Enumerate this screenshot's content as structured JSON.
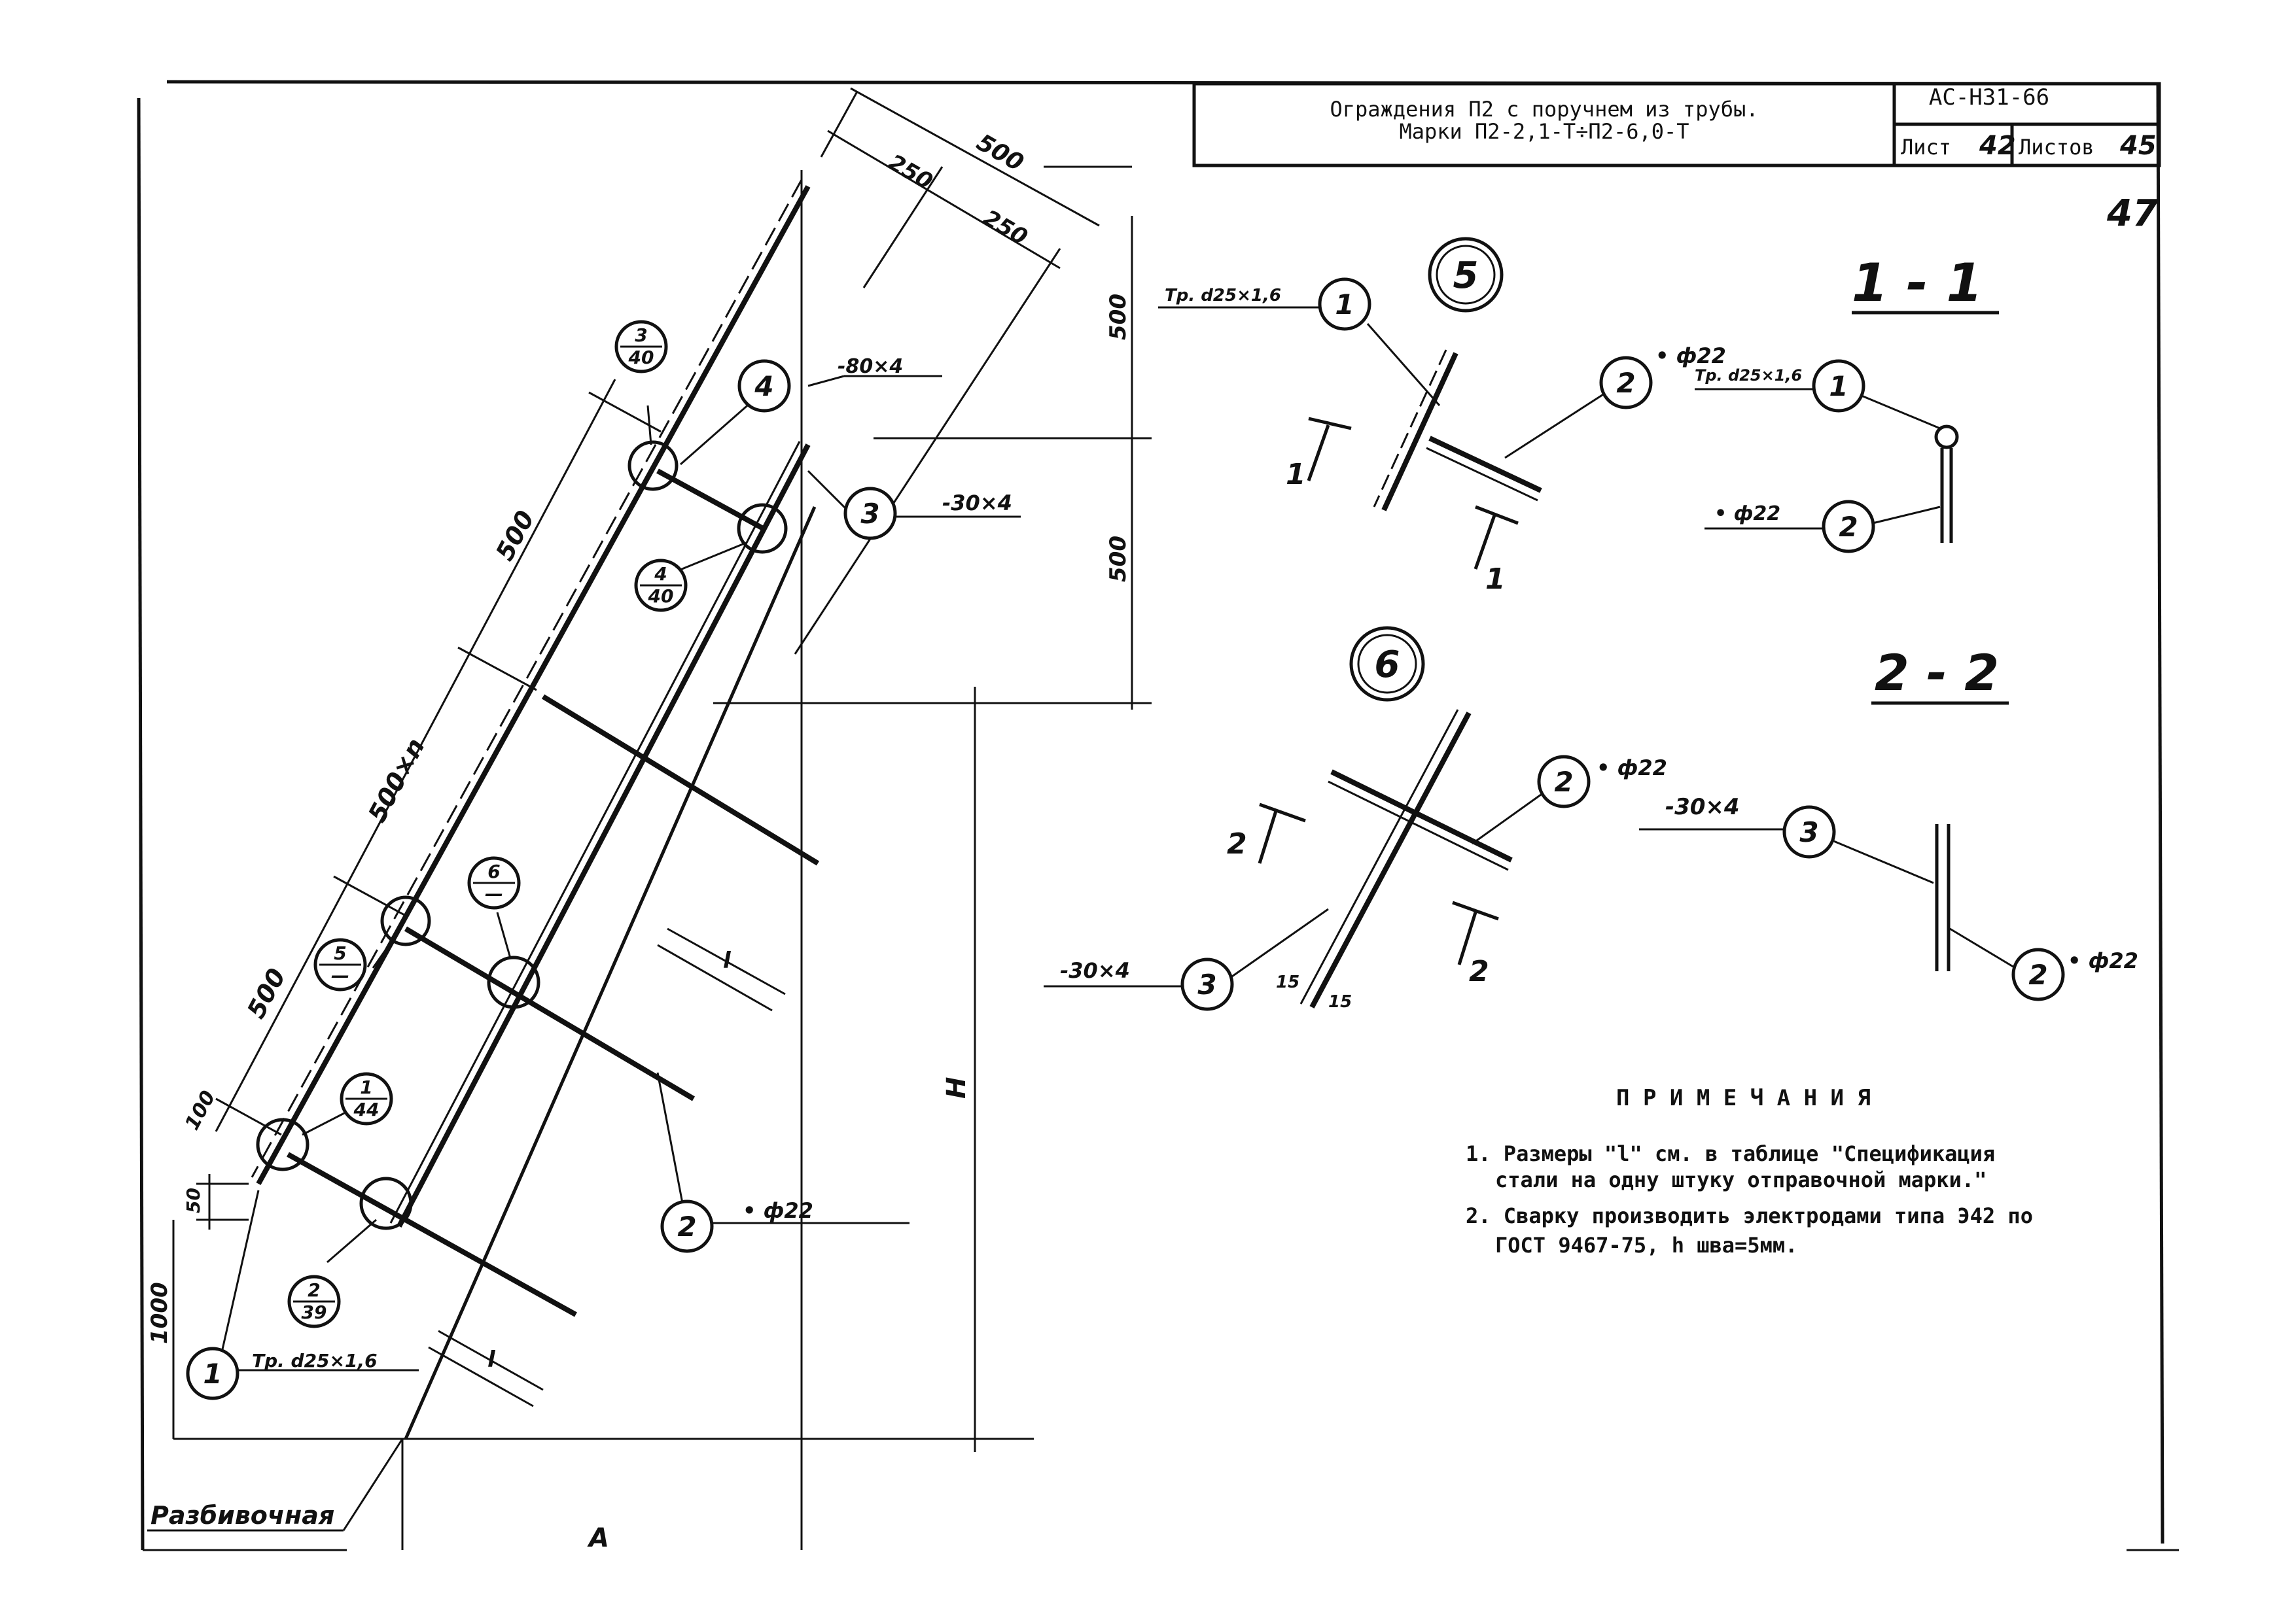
{
  "title_block": {
    "title_line1": "Ограждения П2 с поручнем из трубы.",
    "title_line2": "Марки П2-2,1-Т÷П2-6,0-Т",
    "doc_code": "АС-Н31-66",
    "sheet_label": "Лист",
    "sheet_value": "42",
    "sheets_label": "Листов",
    "sheets_value": "45",
    "stamp": "47"
  },
  "dimensions": {
    "d500_top": "500",
    "d250_a": "250",
    "d250_b": "250",
    "d500_left_upper": "500",
    "d500xn": "500×n",
    "d500_left_lower": "500",
    "d100": "100",
    "d50": "50",
    "d1000": "1000",
    "d500_right_upper": "500",
    "d500_right_lower": "500",
    "H": "H",
    "A": "A",
    "l_mark1": "l",
    "l_mark2": "l"
  },
  "main_view": {
    "callout_1": "1",
    "callout_1_spec": "Тр. d25×1,6",
    "callout_2": "2",
    "callout_2_spec": "• ф22",
    "callout_3": "3",
    "callout_3_spec": "-30×4",
    "callout_4": "4",
    "callout_4_spec": "-80×4",
    "frac_3_40": {
      "num": "3",
      "den": "40"
    },
    "frac_4_40": {
      "num": "4",
      "den": "40"
    },
    "frac_5": {
      "num": "5",
      "den": "—"
    },
    "frac_6": {
      "num": "6",
      "den": "—"
    },
    "frac_1_44": {
      "num": "1",
      "den": "44"
    },
    "frac_2_39": {
      "num": "2",
      "den": "39"
    },
    "layout_label": "Разбивочная"
  },
  "detail_5": {
    "node": "5",
    "callout_1": "1",
    "spec_1": "Тр. d25×1,6",
    "callout_2": "2",
    "spec_2": "• ф22",
    "section_mark": "1"
  },
  "section_1_1": {
    "title": "1 - 1",
    "callout_1": "1",
    "spec_1": "Тр. d25×1,6",
    "callout_2": "2",
    "spec_2": "• ф22"
  },
  "detail_6": {
    "node": "6",
    "callout_2": "2",
    "spec_2": "• ф22",
    "callout_3": "3",
    "spec_3": "-30×4",
    "dim_15a": "15",
    "dim_15b": "15",
    "section_mark": "2"
  },
  "section_2_2": {
    "title": "2 - 2",
    "callout_2": "2",
    "spec_2": "• ф22",
    "callout_3": "3",
    "spec_3": "-30×4"
  },
  "notes": {
    "heading": "П Р И М Е Ч А Н И Я",
    "line1": "1. Размеры \"l\" см. в таблице \"Спецификация",
    "line2": "стали на одну штуку отправочной марки.\"",
    "line3": "2. Сварку производить электродами типа Э42 по",
    "line4": "ГОСТ 9467-75,  h шва=5мм."
  }
}
